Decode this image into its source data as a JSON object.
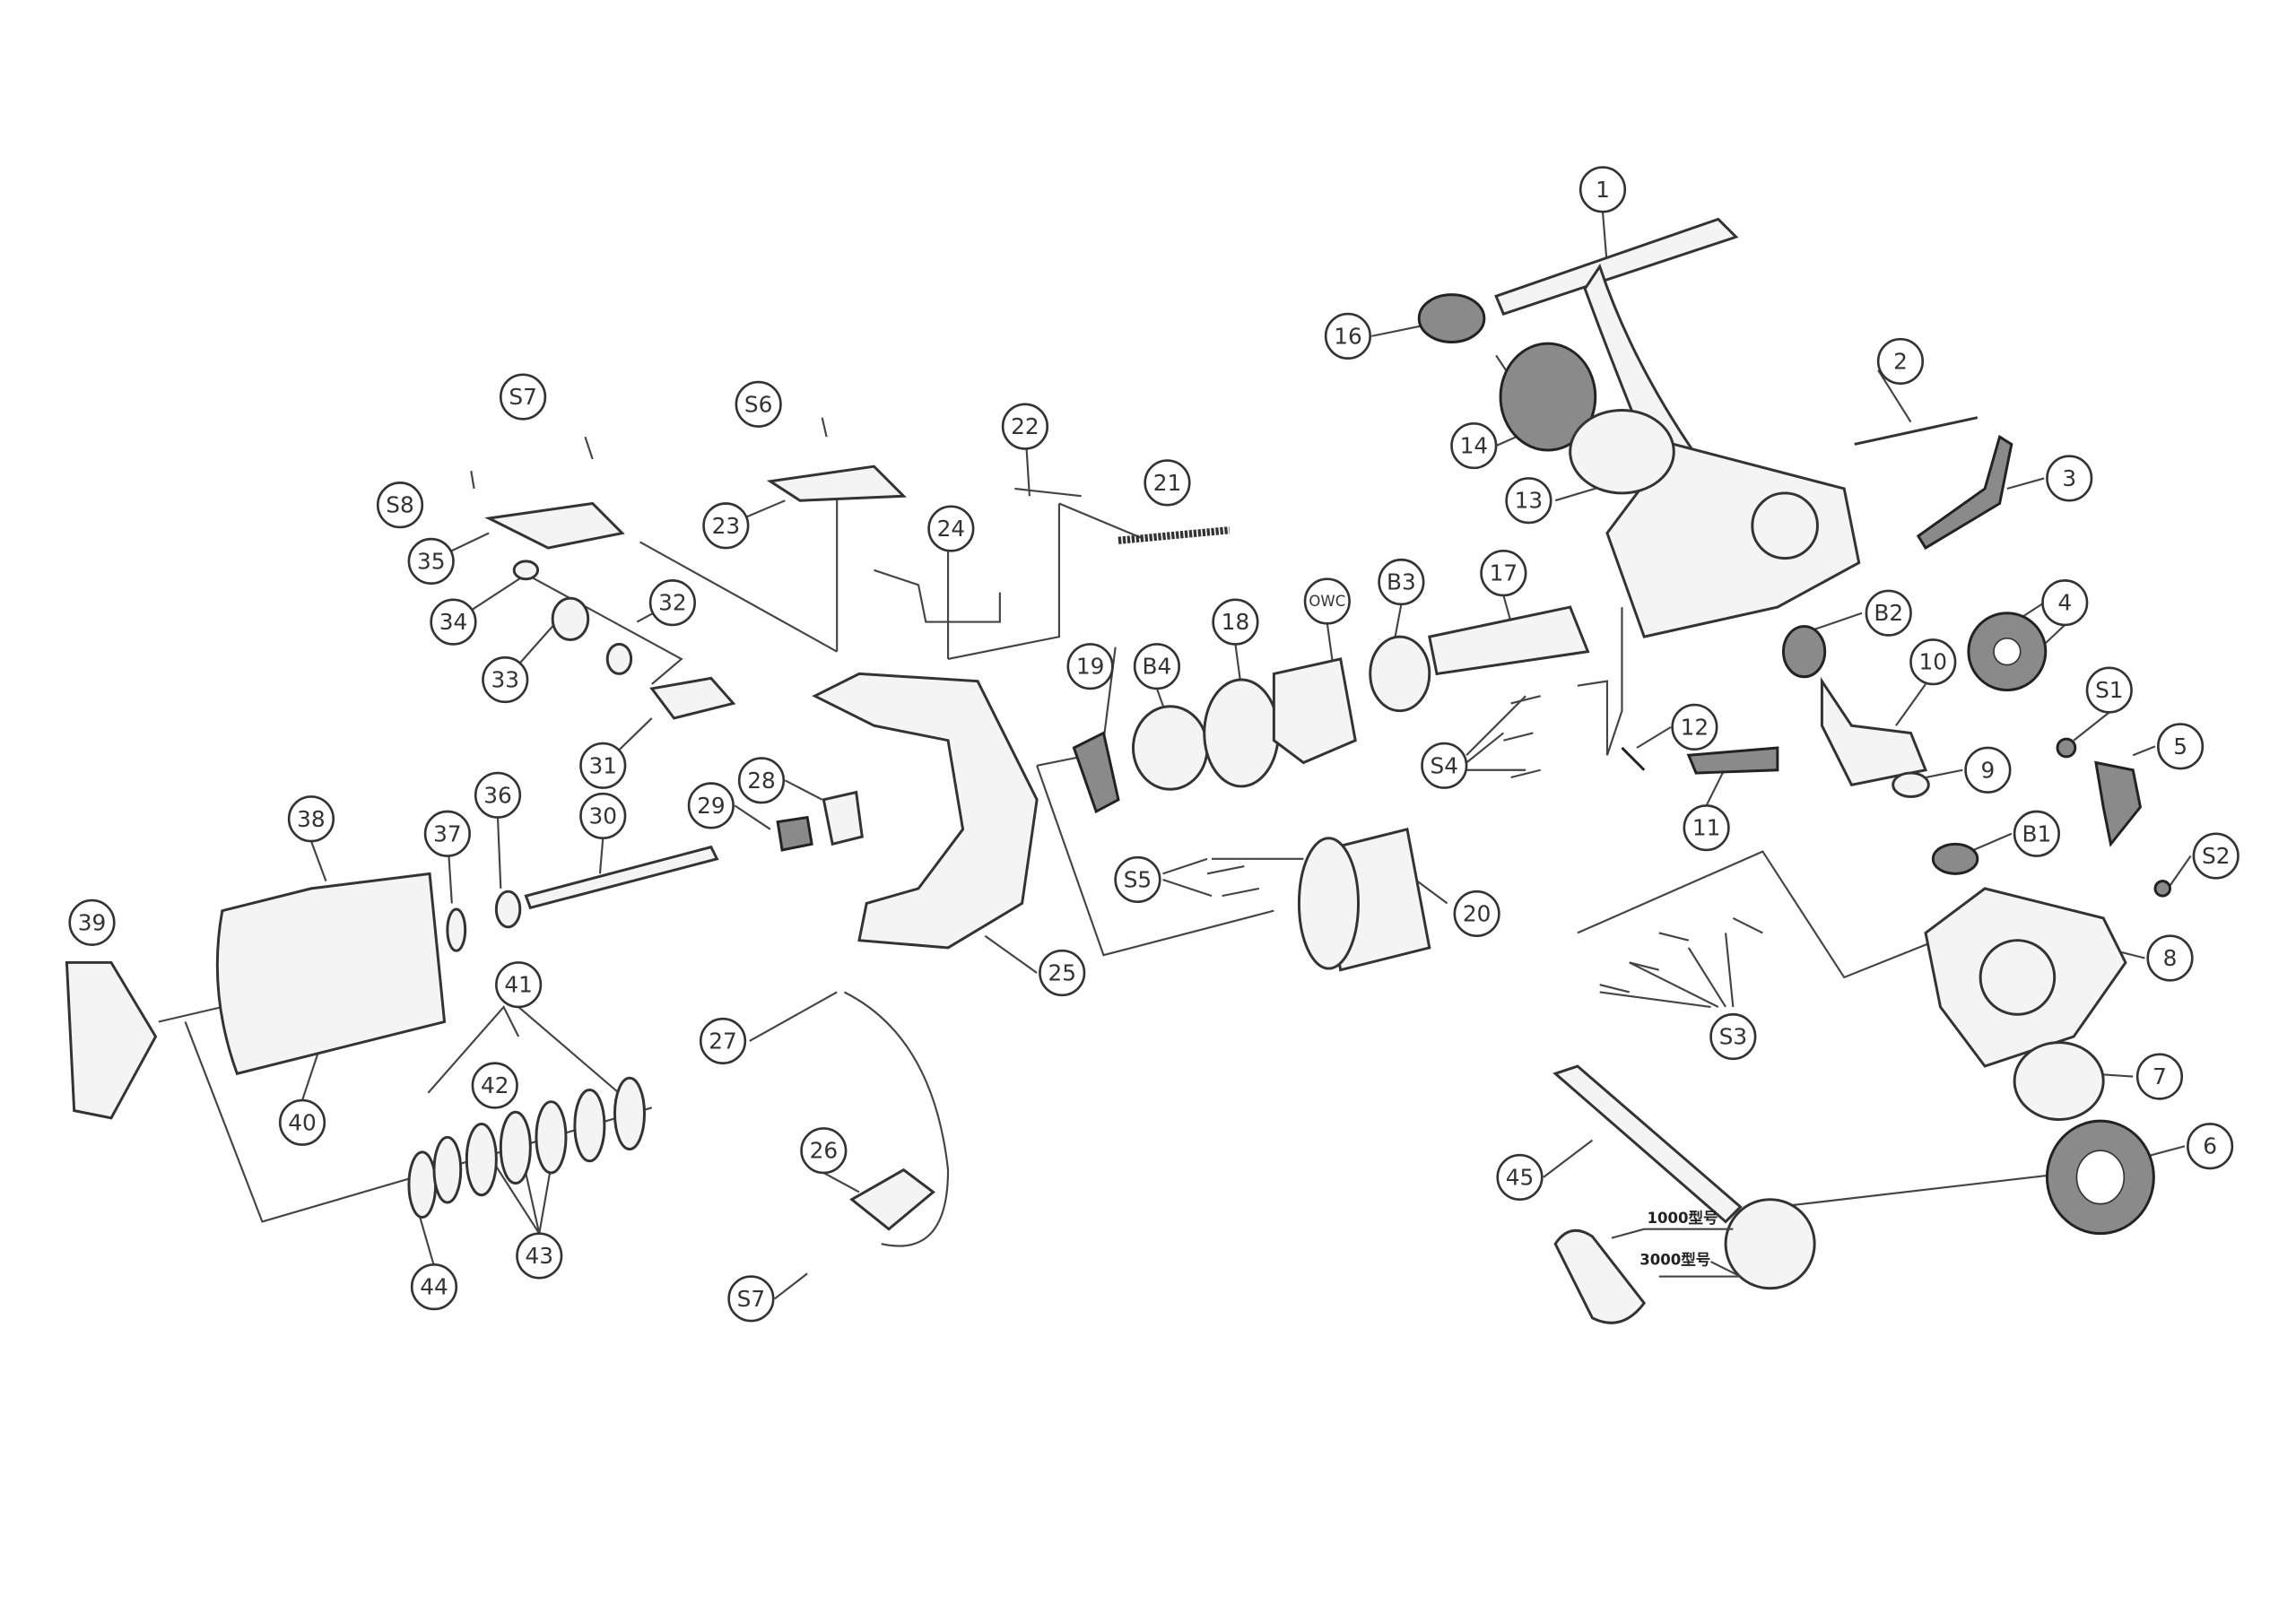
{
  "labels": {
    "p1": "1",
    "p2": "2",
    "p3": "3",
    "p4": "4",
    "p5": "5",
    "p6": "6",
    "p7": "7",
    "p8": "8",
    "p9": "9",
    "p10": "10",
    "p11": "11",
    "p12": "12",
    "p13": "13",
    "p14": "14",
    "p16": "16",
    "p17": "17",
    "p18": "18",
    "p19": "19",
    "p20": "20",
    "p21": "21",
    "p22": "22",
    "p23": "23",
    "p24": "24",
    "p25": "25",
    "p26": "26",
    "p27": "27",
    "p28": "28",
    "p29": "29",
    "p30": "30",
    "p31": "31",
    "p32": "32",
    "p33": "33",
    "p34": "34",
    "p35": "35",
    "p36": "36",
    "p37": "37",
    "p38": "38",
    "p39": "39",
    "p40": "40",
    "p41": "41",
    "p42": "42",
    "p43": "43",
    "p44": "44",
    "p45": "45",
    "s1": "S1",
    "s2": "S2",
    "s3": "S3",
    "s4": "S4",
    "s5": "S5",
    "s6": "S6",
    "s7a": "S7",
    "s7b": "S7",
    "s8": "S8",
    "b1": "B1",
    "b2": "B2",
    "b3": "B3",
    "b4": "B4",
    "owc": "OWC"
  },
  "notes": {
    "model_1000": "1000型号",
    "model_3000": "3000型号"
  }
}
